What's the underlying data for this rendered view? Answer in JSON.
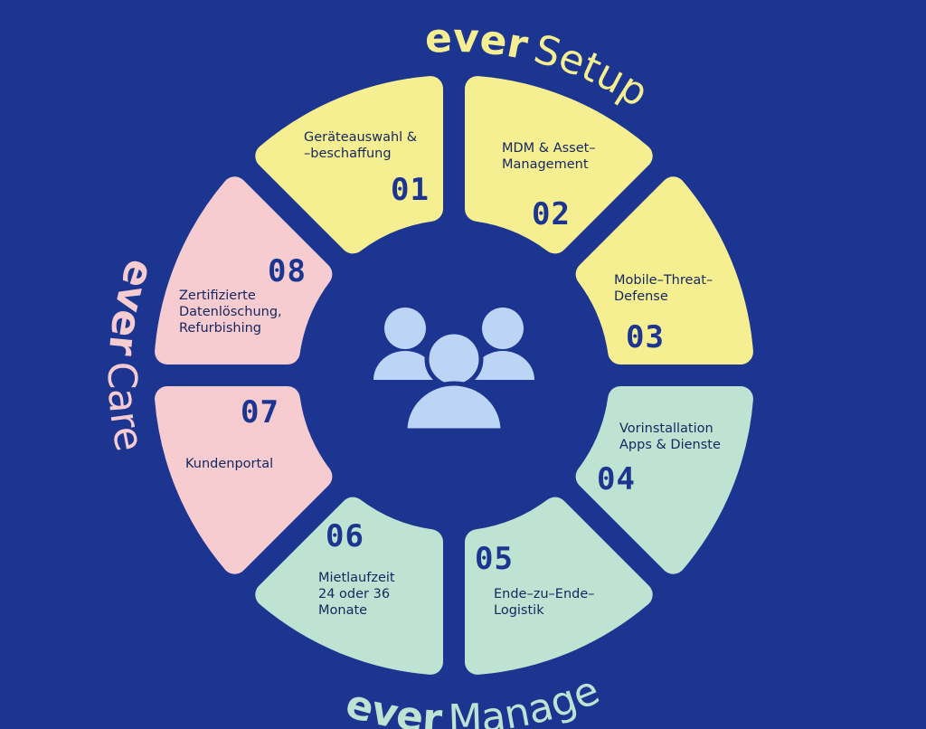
{
  "colors": {
    "background": "#1b3591",
    "setup": "#f5ef92",
    "care": "#f6ccd1",
    "manage": "#bfe3d2",
    "icon": "#bcd4f5"
  },
  "groups": {
    "setup": {
      "prefix": "ever",
      "name": "Setup"
    },
    "manage": {
      "prefix": "ever",
      "name": "Manage"
    },
    "care": {
      "prefix": "ever",
      "name": "Care"
    }
  },
  "segments": [
    {
      "number": "01",
      "line1": "Geräteauswahl &",
      "line2": "–beschaffung",
      "line3": "",
      "group": "setup"
    },
    {
      "number": "02",
      "line1": "MDM & Asset–",
      "line2": "Management",
      "line3": "",
      "group": "setup"
    },
    {
      "number": "03",
      "line1": "Mobile–Threat–",
      "line2": "Defense",
      "line3": "",
      "group": "setup"
    },
    {
      "number": "04",
      "line1": "Vorinstallation",
      "line2": "Apps & Dienste",
      "line3": "",
      "group": "manage"
    },
    {
      "number": "05",
      "line1": "Ende–zu–Ende–",
      "line2": "Logistik",
      "line3": "",
      "group": "manage"
    },
    {
      "number": "06",
      "line1": "Mietlaufzeit",
      "line2": "24 oder 36",
      "line3": "Monate",
      "group": "manage"
    },
    {
      "number": "07",
      "line1": "Kundenportal",
      "line2": "",
      "line3": "",
      "group": "care"
    },
    {
      "number": "08",
      "line1": "Zertifizierte",
      "line2": "Datenlöschung,",
      "line3": "Refurbishing",
      "group": "care"
    }
  ],
  "center_icon": "users-group-icon"
}
